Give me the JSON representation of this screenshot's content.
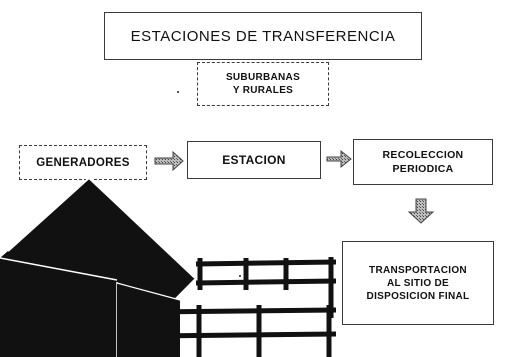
{
  "diagram": {
    "title": "ESTACIONES DE TRANSFERENCIA",
    "subtitle": "SUBURBANAS\nY RURALES",
    "nodes": {
      "generators": "GENERADORES",
      "station": "ESTACION",
      "collection": "RECOLECCION\nPERIODICA",
      "transport": "TRANSPORTACION\nAL SITIO DE\nDISPOSICION FINAL"
    },
    "colors": {
      "ink": "#111111",
      "border": "#3a3a3a",
      "arrow_fill": "#8a8a8a"
    },
    "icons": [
      "right-arrow-icon",
      "right-arrow-icon",
      "down-arrow-icon",
      "station-building-illustration",
      "fence-illustration"
    ]
  }
}
